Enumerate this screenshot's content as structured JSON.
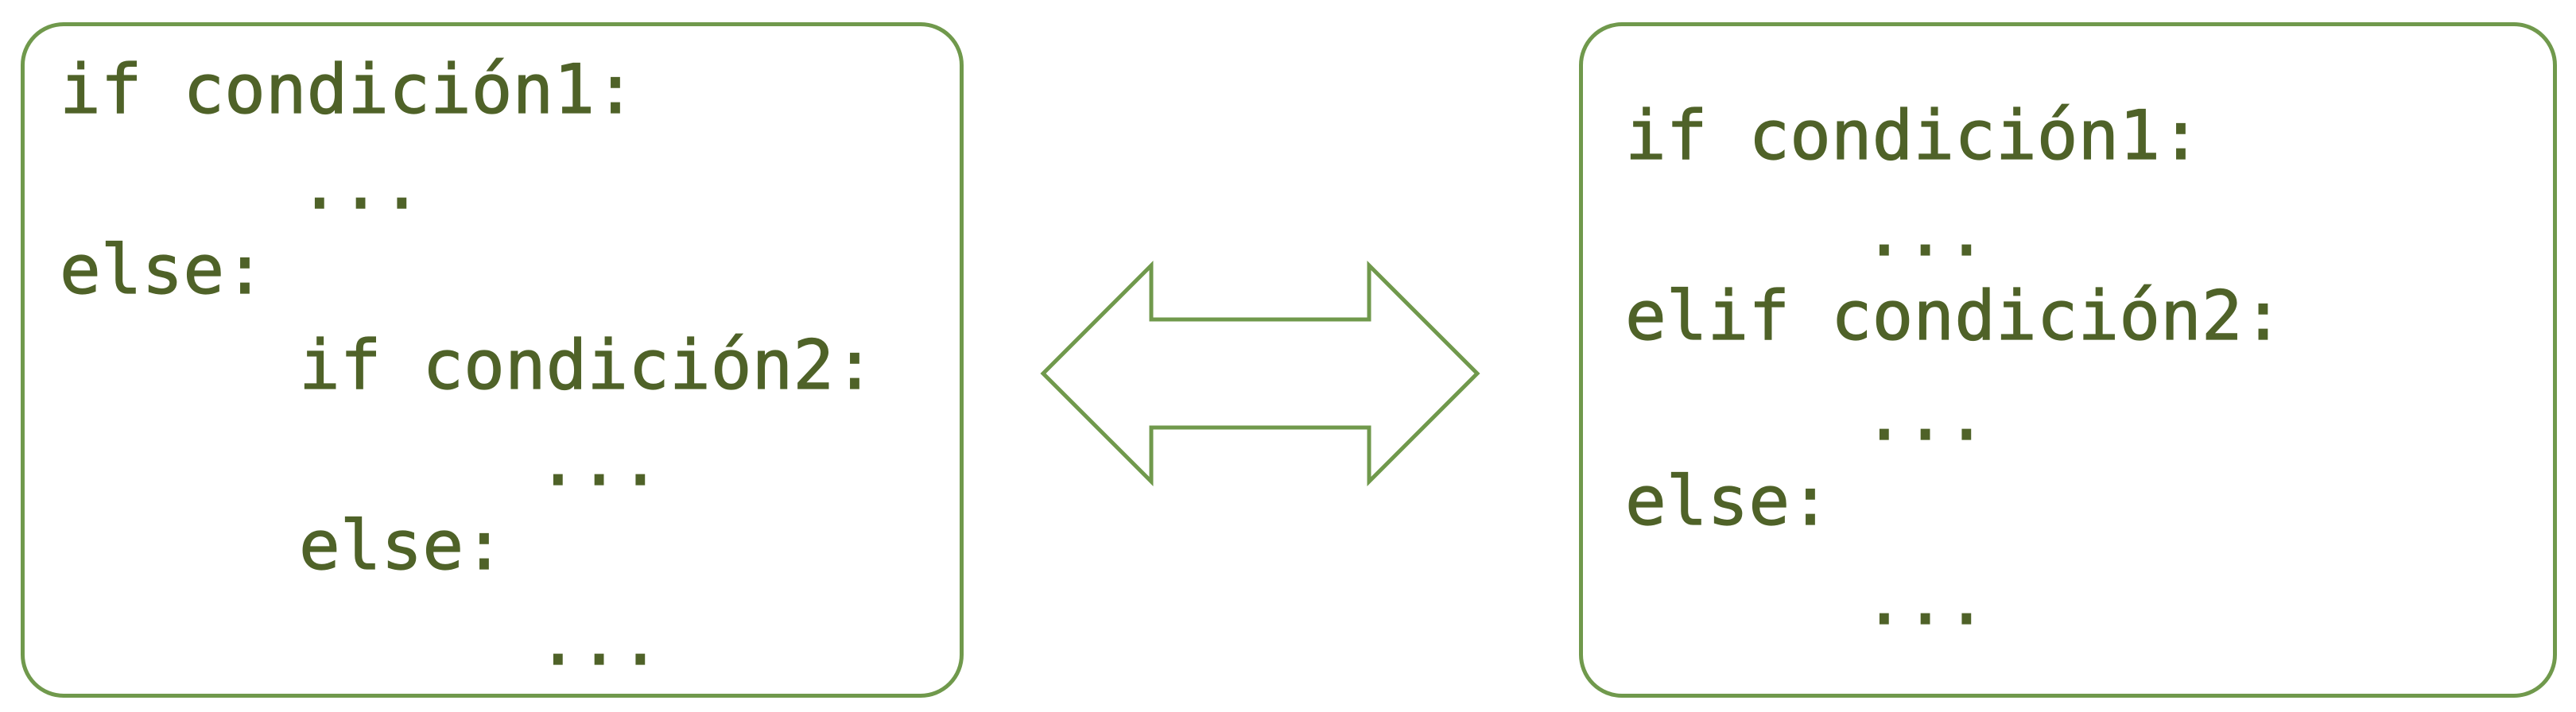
{
  "colors": {
    "border": "#70994c",
    "text": "#4f6228",
    "background": "#ffffff"
  },
  "left_block": {
    "lines": [
      "if condición1:",
      "...",
      "else:",
      "if condición2:",
      "...",
      "else:",
      "..."
    ]
  },
  "right_block": {
    "lines": [
      "if condición1:",
      "...",
      "elif condición2:",
      "...",
      "else:",
      "..."
    ]
  },
  "connector": {
    "icon": "double-arrow-icon"
  }
}
